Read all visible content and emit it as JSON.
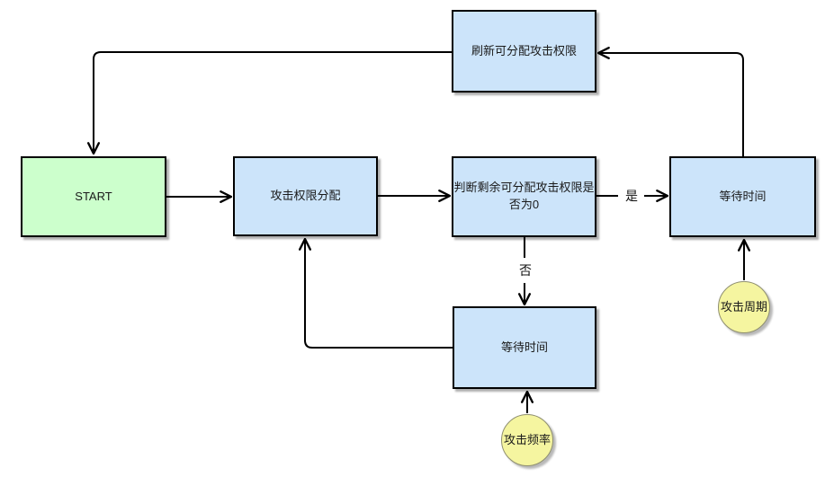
{
  "diagram": {
    "nodes": {
      "refresh_permissions": {
        "label": "刷新可分配攻击权限",
        "type": "process"
      },
      "start": {
        "label": "START",
        "type": "start"
      },
      "allocate_permissions": {
        "label": "攻击权限分配",
        "type": "process"
      },
      "check_remaining_zero": {
        "label": "判断剩余可分配攻击权限是否为0",
        "type": "process"
      },
      "wait_time_right": {
        "label": "等待时间",
        "type": "process"
      },
      "wait_time_bottom": {
        "label": "等待时间",
        "type": "process"
      },
      "attack_cycle": {
        "label": "攻击周期",
        "type": "event"
      },
      "attack_frequency": {
        "label": "攻击频率",
        "type": "event"
      }
    },
    "edge_labels": {
      "yes": "是",
      "no": "否"
    },
    "colors": {
      "process_fill": "#cce4fa",
      "start_fill": "#ccffcc",
      "event_fill": "#f5f5a0",
      "node_border": "#000000",
      "event_border": "#8f8f70",
      "line": "#000000",
      "background": "#ffffff"
    }
  }
}
